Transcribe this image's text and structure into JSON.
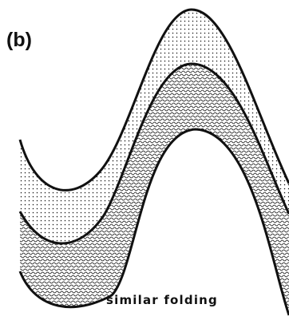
{
  "figure": {
    "panel_label": "(b)",
    "caption": "similar folding",
    "layers": [
      {
        "name": "upper stippled layer",
        "pattern": "dotted"
      },
      {
        "name": "lower squiggly layer",
        "pattern": "wavy"
      }
    ],
    "colors": {
      "ink": "#111111",
      "background": "#ffffff"
    }
  }
}
